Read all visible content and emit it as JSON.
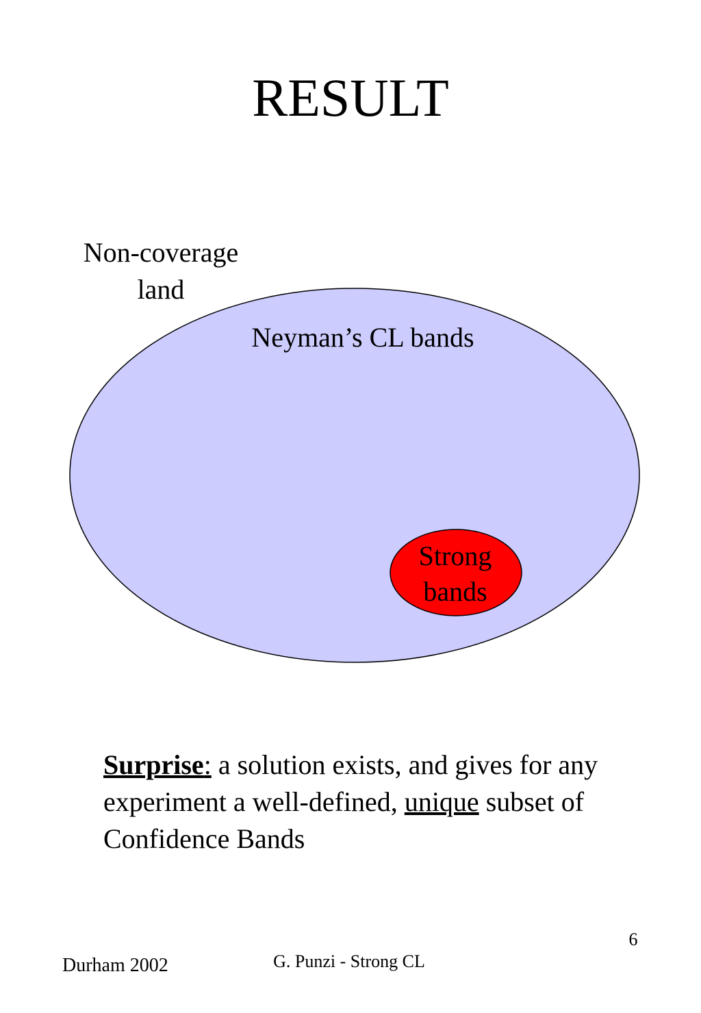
{
  "slide": {
    "title": "RESULT",
    "outer_label_line1": "Non-coverage",
    "outer_label_line2": "land",
    "inner_label": "Neyman’s CL bands",
    "strong_label_line1": "Strong",
    "strong_label_line2": "bands",
    "surprise": {
      "key": "Surprise",
      "colon": ":",
      "text1": " a solution exists, and gives for any experiment a well-defined, ",
      "emph": "unique",
      "text2": " subset of Confidence Bands"
    },
    "page_number": "6",
    "footer_left": "Durham 2002",
    "footer_center": "G. Punzi - Strong CL"
  },
  "colors": {
    "neyman_fill": "#ccccff",
    "strong_fill": "#ff0000",
    "outline": "#000000"
  }
}
